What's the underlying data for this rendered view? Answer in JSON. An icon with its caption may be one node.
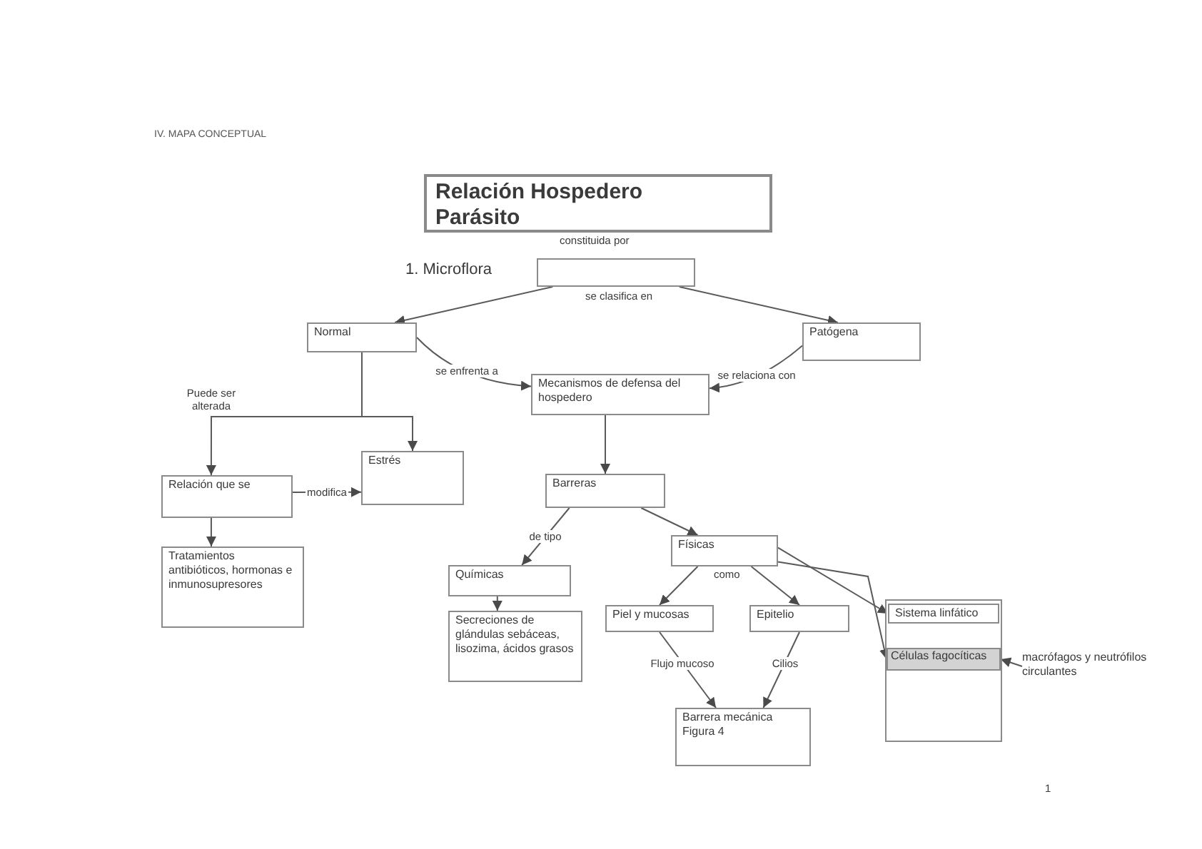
{
  "diagram": {
    "title": "IV. MAPA CONCEPTUAL",
    "nodes": [
      {
        "text": [
          "Relación Hospedero Parásito"
        ]
      },
      {
        "text": [],
        "shape": "box",
        "beside": [
          "1. Microflora",
          "se clasifica en"
        ]
      },
      {
        "text": [
          "Normal"
        ]
      },
      {
        "text": [
          "Patógena"
        ]
      },
      {
        "text": [
          "Mecanismos de defensa del hospedero"
        ]
      },
      {
        "text": [
          "Estrés"
        ]
      },
      {
        "text": [
          "Relación que se"
        ]
      },
      {
        "text": [
          "Barreras"
        ]
      },
      {
        "text": [
          "Físicas"
        ]
      },
      {
        "text": [
          "Tratamientos antibióticos, hormonas e inmunosupresores"
        ]
      },
      {
        "text": [
          "Químicas"
        ]
      },
      {
        "text": [
          "Piel y mucosas"
        ]
      },
      {
        "text": [
          "Epitelio"
        ]
      },
      {
        "text": [],
        "shape": "box"
      },
      {
        "text": [
          "Sistema linfático"
        ],
        "in": 13
      },
      {
        "text": [
          "Células fagocíticas"
        ],
        "in": 13
      },
      {
        "text": [
          "Secreciones de glándulas sebáceas, lisozima, ácidos grasos"
        ]
      },
      {
        "text": [
          "macrófagos y neutrófilos circulantes"
        ]
      },
      {
        "text": [
          "Barrera mecánica",
          "Figura 4"
        ]
      }
    ],
    "edges": [
      {
        "from": 1,
        "to": 2,
        "arrow": "to"
      },
      {
        "from": 1,
        "to": 3,
        "arrow": "to"
      },
      {
        "from": 2,
        "to": 4,
        "arrow": "to",
        "label": "se enfrenta a"
      },
      {
        "from": 3,
        "to": 4,
        "arrow": "to",
        "label": "se relaciona con"
      },
      {
        "from": 2,
        "to": 6,
        "arrow": "to",
        "label": "Puede ser alterada"
      },
      {
        "from": 2,
        "to": 5,
        "arrow": "to"
      },
      {
        "from": 6,
        "to": 5,
        "arrow": "to",
        "label": "modifica"
      },
      {
        "from": 4,
        "to": 7,
        "arrow": "to"
      },
      {
        "from": 7,
        "to": 10,
        "arrow": "to",
        "label": "de tipo"
      },
      {
        "from": 7,
        "to": 8,
        "arrow": "to"
      },
      {
        "from": 6,
        "to": 9,
        "arrow": "to"
      },
      {
        "from": 10,
        "to": 16,
        "arrow": "to"
      },
      {
        "from": 8,
        "to": 11,
        "arrow": "to"
      },
      {
        "from": 8,
        "to": 12,
        "arrow": "to"
      },
      {
        "from": 8,
        "to": 14,
        "arrow": "to"
      },
      {
        "from": 8,
        "to": 15,
        "arrow": "to"
      },
      {
        "from": 17,
        "to": 15,
        "arrow": "to"
      },
      {
        "from": 11,
        "to": 18,
        "arrow": "to",
        "label": "Flujo mucoso"
      },
      {
        "from": 12,
        "to": 18,
        "arrow": "to",
        "label": "Cilios"
      }
    ],
    "labels": [
      "constituida por",
      "como",
      "1"
    ]
  }
}
